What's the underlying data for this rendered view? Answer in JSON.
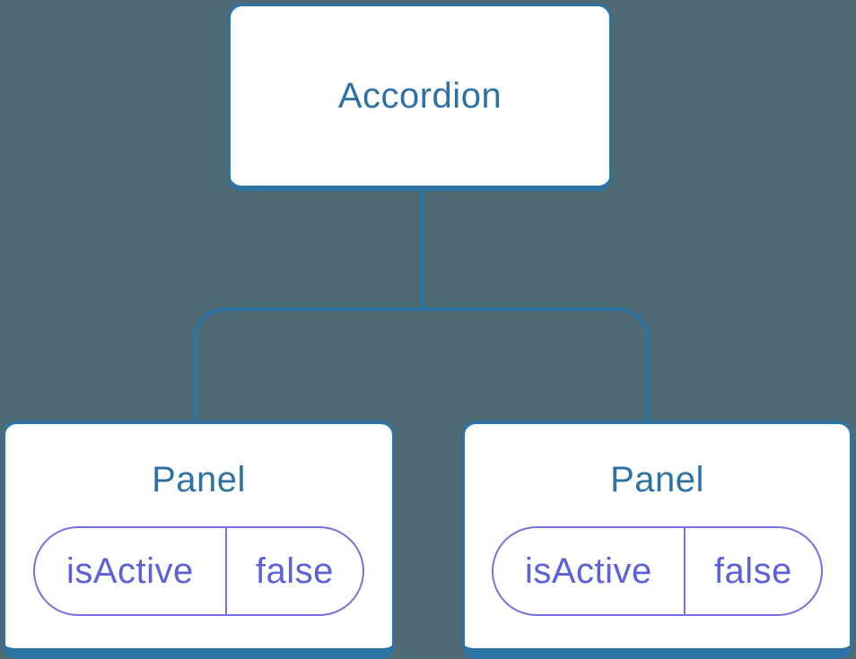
{
  "tree": {
    "root": {
      "label": "Accordion"
    },
    "children": [
      {
        "label": "Panel",
        "state": {
          "name": "isActive",
          "value": "false"
        }
      },
      {
        "label": "Panel",
        "state": {
          "name": "isActive",
          "value": "false"
        }
      }
    ]
  },
  "colors": {
    "background": "#4d6971",
    "connector": "#2d74a6",
    "node_border": "#2d74a6",
    "node_background": "#ffffff",
    "node_label_text": "#2d72a3",
    "state_text": "#5c60d9",
    "state_border": "#7373e0"
  }
}
